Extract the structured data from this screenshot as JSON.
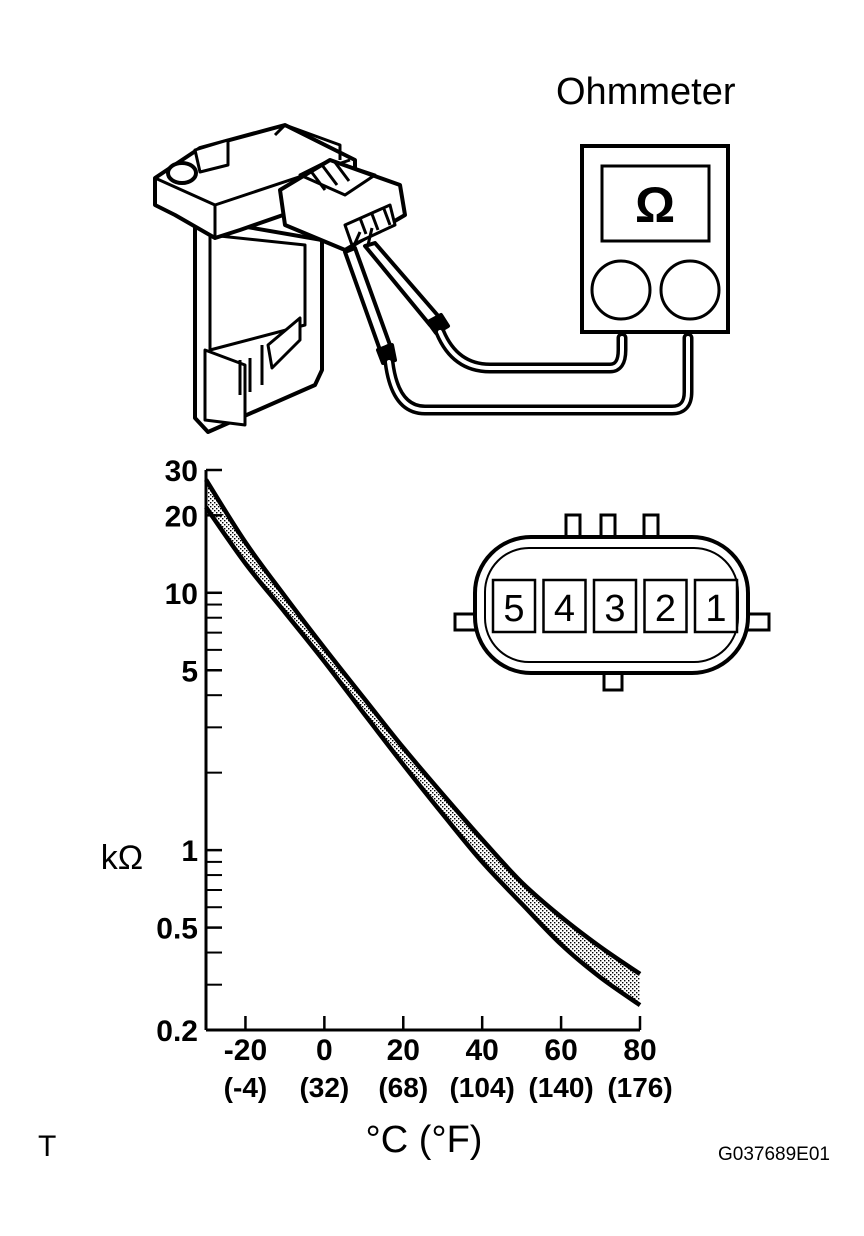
{
  "meter": {
    "label": "Ohmmeter",
    "symbol": "Ω"
  },
  "connector": {
    "pins": [
      "5",
      "4",
      "3",
      "2",
      "1"
    ]
  },
  "footer": {
    "left_mark": "T",
    "figure_code": "G037689E01"
  },
  "chart_data": {
    "type": "area",
    "ylabel": "kΩ",
    "xlabel": "°C (°F)",
    "y_scale": "log",
    "ylim": [
      0.2,
      30
    ],
    "xlim": [
      -30,
      80
    ],
    "y_ticks": [
      {
        "value": 30,
        "label": "30"
      },
      {
        "value": 20,
        "label": "20"
      },
      {
        "value": 10,
        "label": "10"
      },
      {
        "value": 5,
        "label": "5"
      },
      {
        "value": 1,
        "label": "1"
      },
      {
        "value": 0.5,
        "label": "0.5"
      },
      {
        "value": 0.2,
        "label": "0.2"
      }
    ],
    "y_minor_ticks": [
      9,
      8,
      7,
      6,
      4,
      3,
      2,
      0.9,
      0.8,
      0.7,
      0.6,
      0.4,
      0.3
    ],
    "x_ticks": [
      {
        "value": -20,
        "label": "-20",
        "label_f": "(-4)"
      },
      {
        "value": 0,
        "label": "0",
        "label_f": "(32)"
      },
      {
        "value": 20,
        "label": "20",
        "label_f": "(68)"
      },
      {
        "value": 40,
        "label": "40",
        "label_f": "(104)"
      },
      {
        "value": 60,
        "label": "60",
        "label_f": "(140)"
      },
      {
        "value": 80,
        "label": "80",
        "label_f": "(176)"
      }
    ],
    "series": [
      {
        "x": [
          -30,
          -20,
          -10,
          0,
          10,
          20,
          30,
          40,
          50,
          60,
          70,
          80
        ],
        "y": [
          27.5,
          15.7,
          9.7,
          6.1,
          3.9,
          2.5,
          1.65,
          1.1,
          0.75,
          0.55,
          0.42,
          0.33
        ]
      },
      {
        "x": [
          -30,
          -20,
          -10,
          0,
          10,
          20,
          30,
          40,
          50,
          60,
          70,
          80
        ],
        "y": [
          21.5,
          13.0,
          8.4,
          5.4,
          3.4,
          2.15,
          1.38,
          0.9,
          0.62,
          0.43,
          0.32,
          0.25
        ]
      }
    ],
    "band_fill": "stippled",
    "grid": false
  }
}
